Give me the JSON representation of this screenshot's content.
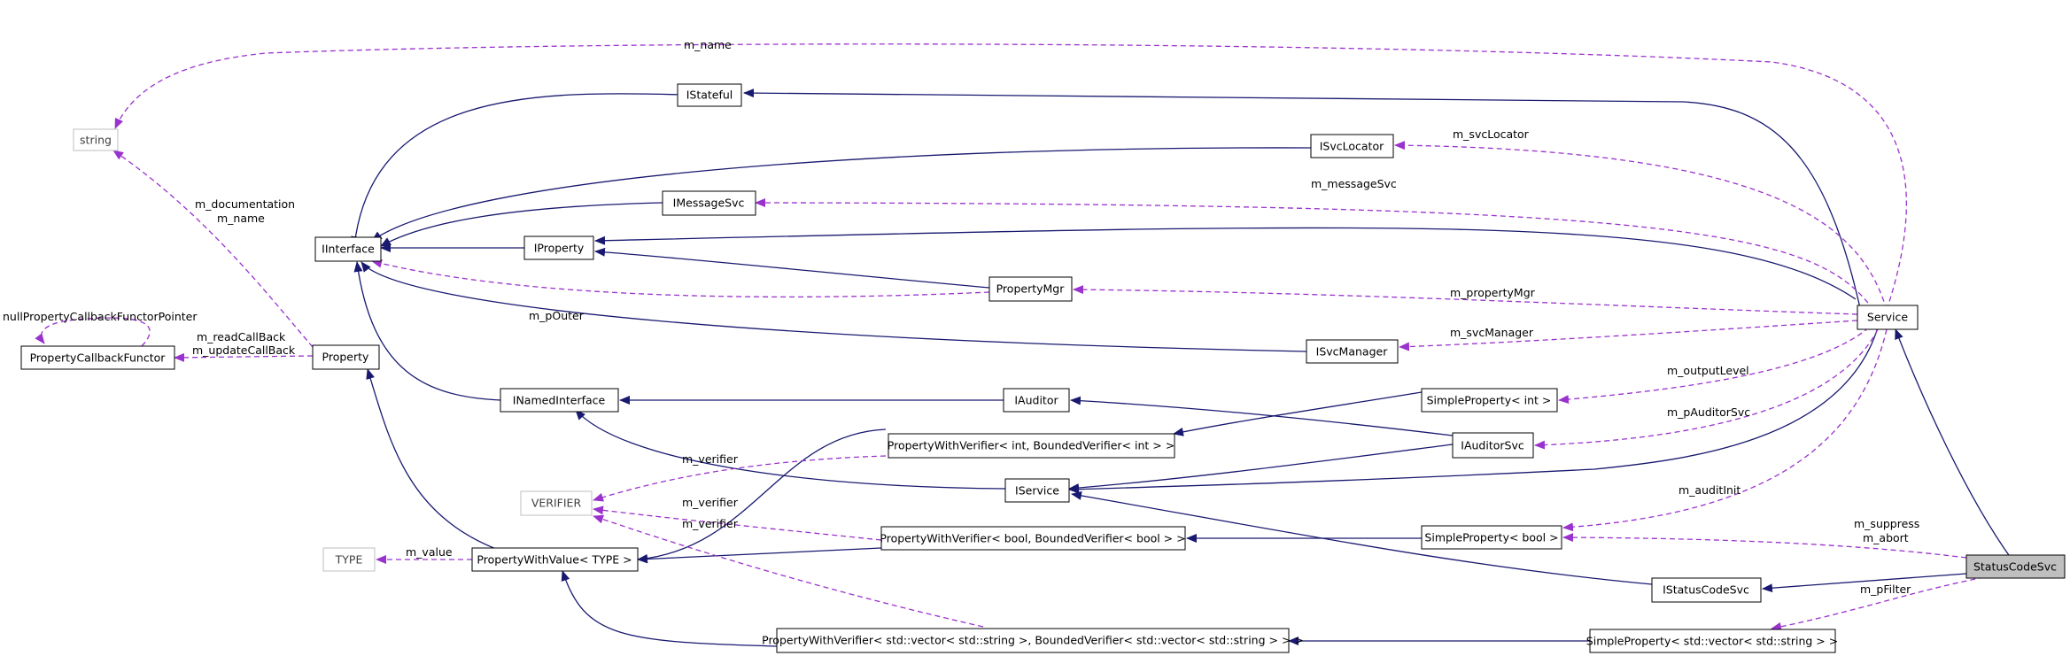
{
  "nodes": {
    "string": "string",
    "interface": "IInterface",
    "callback_functor": "PropertyCallbackFunctor",
    "property": "Property",
    "verifier": "VERIFIER",
    "type": "TYPE",
    "property_with_value": "PropertyWithValue< TYPE >",
    "stateful": "IStateful",
    "message_svc": "IMessageSvc",
    "iproperty": "IProperty",
    "named_interface": "INamedInterface",
    "pwv_int": "PropertyWithVerifier< int, BoundedVerifier< int > >",
    "iservice": "IService",
    "pwv_bool": "PropertyWithVerifier< bool, BoundedVerifier< bool > >",
    "pwv_vector": "PropertyWithVerifier< std::vector< std::string >, BoundedVerifier< std::vector< std::string > > >",
    "iauditor": "IAuditor",
    "property_mgr": "PropertyMgr",
    "svc_locator": "ISvcLocator",
    "svc_manager": "ISvcManager",
    "simple_int": "SimpleProperty< int >",
    "iauditor_svc": "IAuditorSvc",
    "simple_bool": "SimpleProperty< bool >",
    "status_code_svc_if": "IStatusCodeSvc",
    "simple_vector": "SimpleProperty< std::vector< std::string > >",
    "service": "Service",
    "status_code_svc": "StatusCodeSvc"
  },
  "edge_labels": {
    "m_name_top": "m_name",
    "m_documentation": "m_documentation",
    "m_name_prop": "m_name",
    "null_callback": "nullPropertyCallbackFunctorPointer",
    "m_read_callback": "m_readCallBack",
    "m_update_callback": "m_updateCallBack",
    "m_p_outer": "m_pOuter",
    "m_verifier_1": "m_verifier",
    "m_verifier_2": "m_verifier",
    "m_verifier_3": "m_verifier",
    "m_value": "m_value",
    "m_svc_locator": "m_svcLocator",
    "m_message_svc": "m_messageSvc",
    "m_property_mgr": "m_propertyMgr",
    "m_svc_manager": "m_svcManager",
    "m_output_level": "m_outputLevel",
    "m_p_auditor_svc": "m_pAuditorSvc",
    "m_audit_init": "m_auditInit",
    "m_suppress": "m_suppress",
    "m_abort": "m_abort",
    "m_p_filter": "m_pFilter"
  },
  "colors": {
    "inheritance": "#191970",
    "usage": "#9a32cd",
    "external_node_border": "#bfbfbf",
    "focus_node_fill": "#bfbfbf"
  }
}
